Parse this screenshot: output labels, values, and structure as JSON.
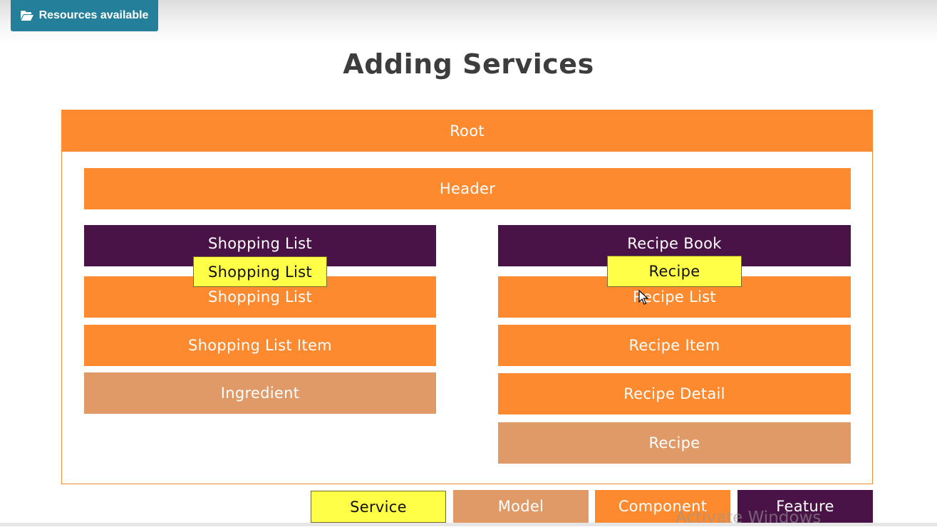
{
  "resources_button": {
    "label": "Resources available",
    "icon": "folder-open-icon"
  },
  "title": "Adding Services",
  "diagram": {
    "root": "Root",
    "header": "Header",
    "left_column": {
      "feature": "Shopping List",
      "service": "Shopping List",
      "components": [
        "Shopping List",
        "Shopping List Item"
      ],
      "model": "Ingredient"
    },
    "right_column": {
      "feature": "Recipe Book",
      "service": "Recipe",
      "components": [
        "Recipe List",
        "Recipe Item",
        "Recipe Detail"
      ],
      "model": "Recipe"
    }
  },
  "legend": {
    "service": "Service",
    "model": "Model",
    "component": "Component",
    "feature": "Feature"
  },
  "colors": {
    "component": "#fd8a2f",
    "model": "#df9a68",
    "feature": "#4a1347",
    "service": "#ffff47",
    "button": "#24809a"
  },
  "watermark": "Activate Windows"
}
